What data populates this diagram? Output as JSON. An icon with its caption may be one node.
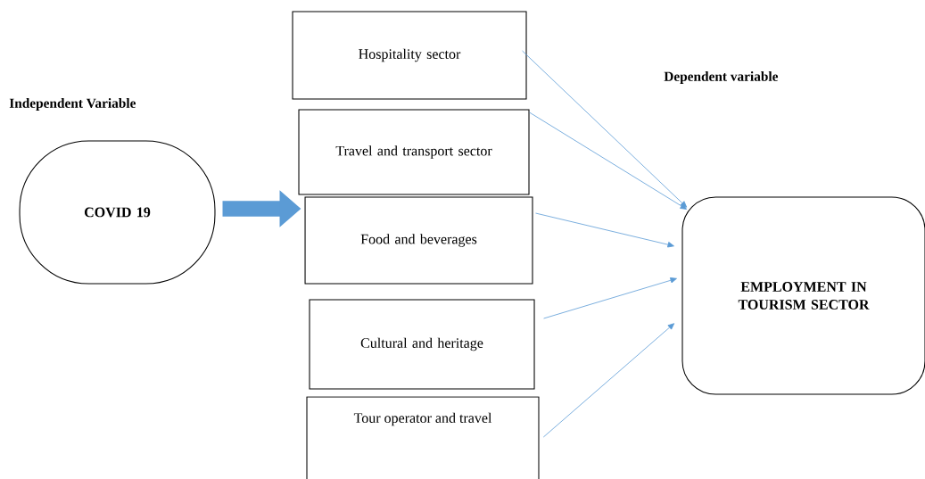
{
  "diagram": {
    "nodes": [
      {
        "text": [
          "COVID 19"
        ]
      },
      {
        "text": [
          "Hospitality sector"
        ]
      },
      {
        "text": [
          "Travel and transport sector"
        ]
      },
      {
        "text": [
          "Food and beverages"
        ]
      },
      {
        "text": [
          "Cultural and heritage"
        ]
      },
      {
        "text": [
          "Tour operator and travel"
        ]
      },
      {
        "text": [
          "EMPLOYMENT IN TOURISM SECTOR"
        ]
      }
    ],
    "edges": [
      {
        "from": 0,
        "to": 3,
        "arrow": "to",
        "style": "thick"
      },
      {
        "from": 1,
        "to": 6,
        "arrow": "to"
      },
      {
        "from": 2,
        "to": 6,
        "arrow": "to"
      },
      {
        "from": 3,
        "to": 6,
        "arrow": "to"
      },
      {
        "from": 4,
        "to": 6,
        "arrow": "to"
      },
      {
        "from": 5,
        "to": 6,
        "arrow": "to"
      }
    ],
    "labels": [
      "Independent Variable",
      "Dependent variable"
    ]
  }
}
